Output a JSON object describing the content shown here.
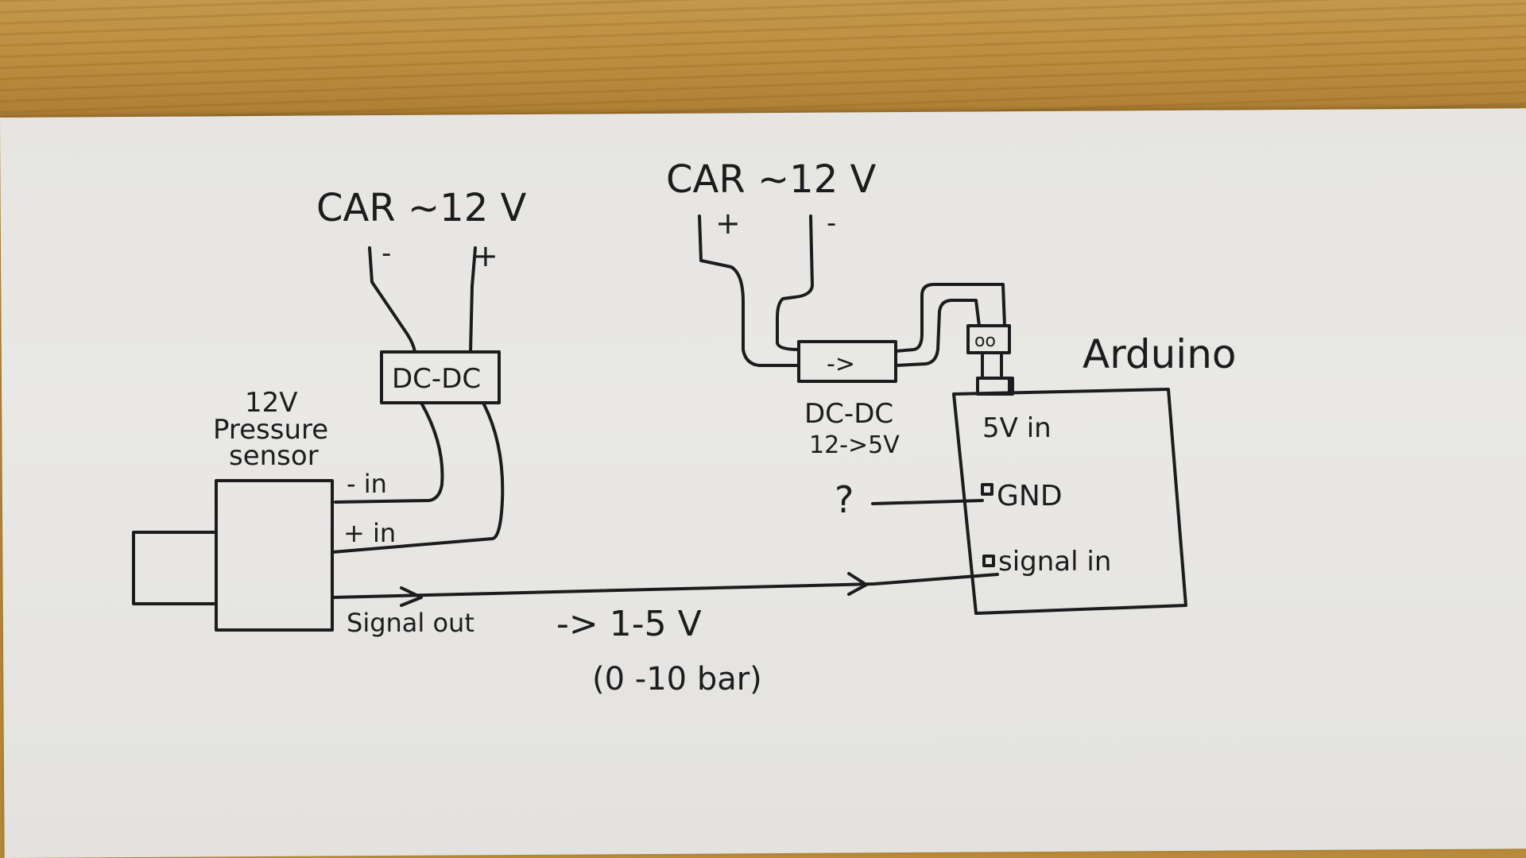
{
  "diagram": {
    "car_left_label": "CAR ~12 V",
    "car_left_minus": "-",
    "car_left_plus": "+",
    "dcdc_left_label": "DC-DC",
    "sensor_label_line1": "12V",
    "sensor_label_line2": "Pressure",
    "sensor_label_line3": "sensor",
    "sensor_minus_in": "- in",
    "sensor_plus_in": "+ in",
    "sensor_signal_out": "Signal out",
    "signal_range": "-> 1-5 V",
    "pressure_range": "(0 -10 bar)",
    "car_right_label": "CAR ~12 V",
    "car_right_plus": "+",
    "car_right_minus": "-",
    "dcdc_right_arrow": "->",
    "dcdc_right_label_line1": "DC-DC",
    "dcdc_right_label_line2": "12->5V",
    "arduino_label": "Arduino",
    "arduino_5v_in": "5V in",
    "arduino_gnd": "GND",
    "arduino_signal_in": "signal in",
    "gnd_question": "?",
    "jack_label": "oo"
  }
}
